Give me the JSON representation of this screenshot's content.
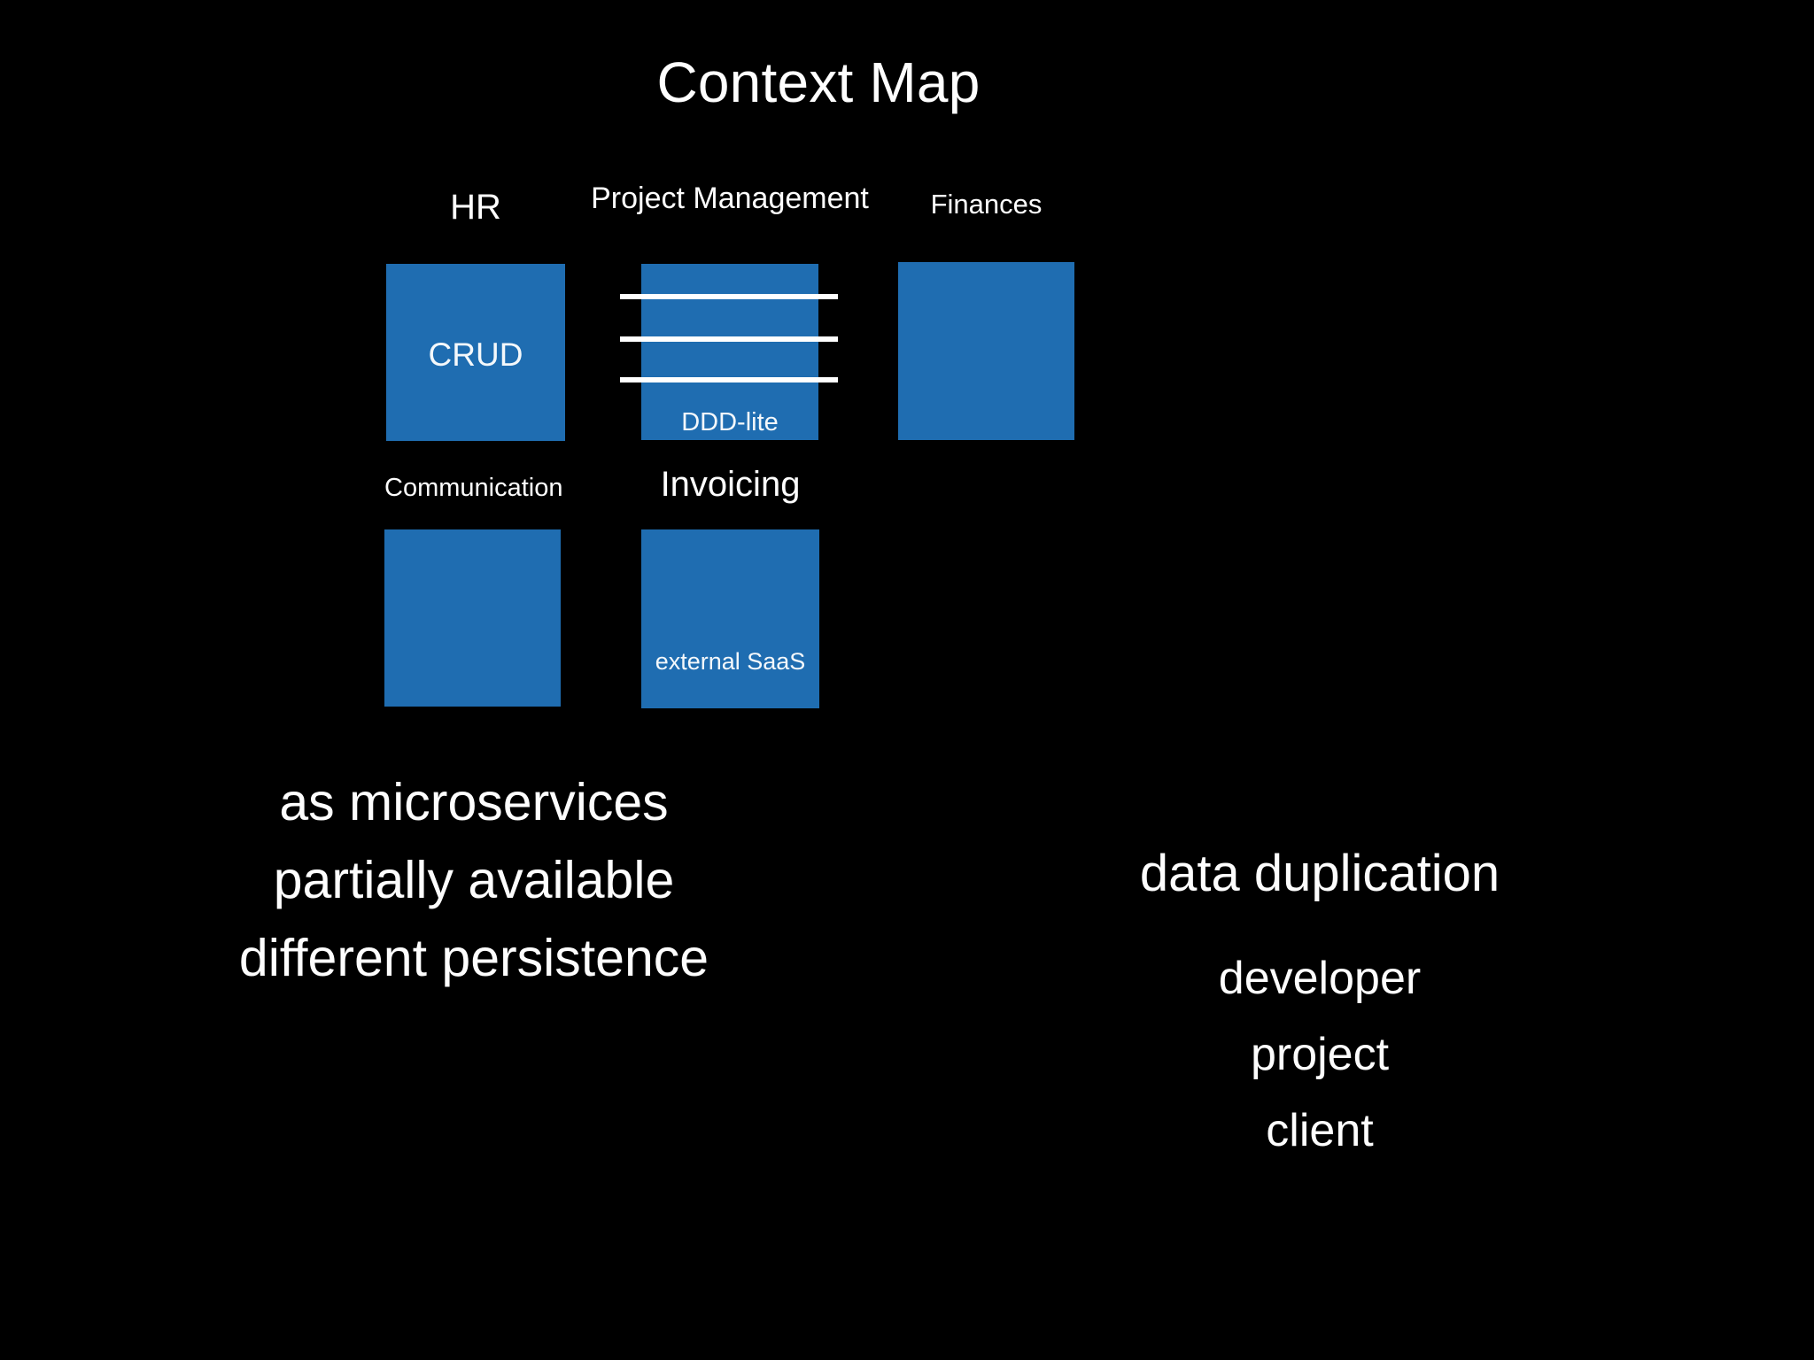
{
  "slide": {
    "title": "Context Map",
    "background_color": "#000000",
    "box_color": "#1f6db1",
    "text_color": "#ffffff"
  },
  "contexts": [
    {
      "id": "hr",
      "caption": "HR",
      "inner_label": "CRUD",
      "row": 1,
      "has_lines": false
    },
    {
      "id": "project-management",
      "caption": "Project Management",
      "inner_label": "DDD-lite",
      "row": 1,
      "has_lines": true,
      "line_count": 3
    },
    {
      "id": "finances",
      "caption": "Finances",
      "inner_label": "",
      "row": 1,
      "has_lines": false
    },
    {
      "id": "communication",
      "caption": "Communication",
      "inner_label": "",
      "row": 2,
      "has_lines": false
    },
    {
      "id": "invoicing",
      "caption": "Invoicing",
      "inner_label": "external SaaS",
      "row": 2,
      "has_lines": false
    }
  ],
  "notes_left": {
    "lines": [
      "as microservices",
      "partially available",
      "different persistence"
    ]
  },
  "notes_right": {
    "heading": "data duplication",
    "lines": [
      "developer",
      "project",
      "client"
    ]
  }
}
